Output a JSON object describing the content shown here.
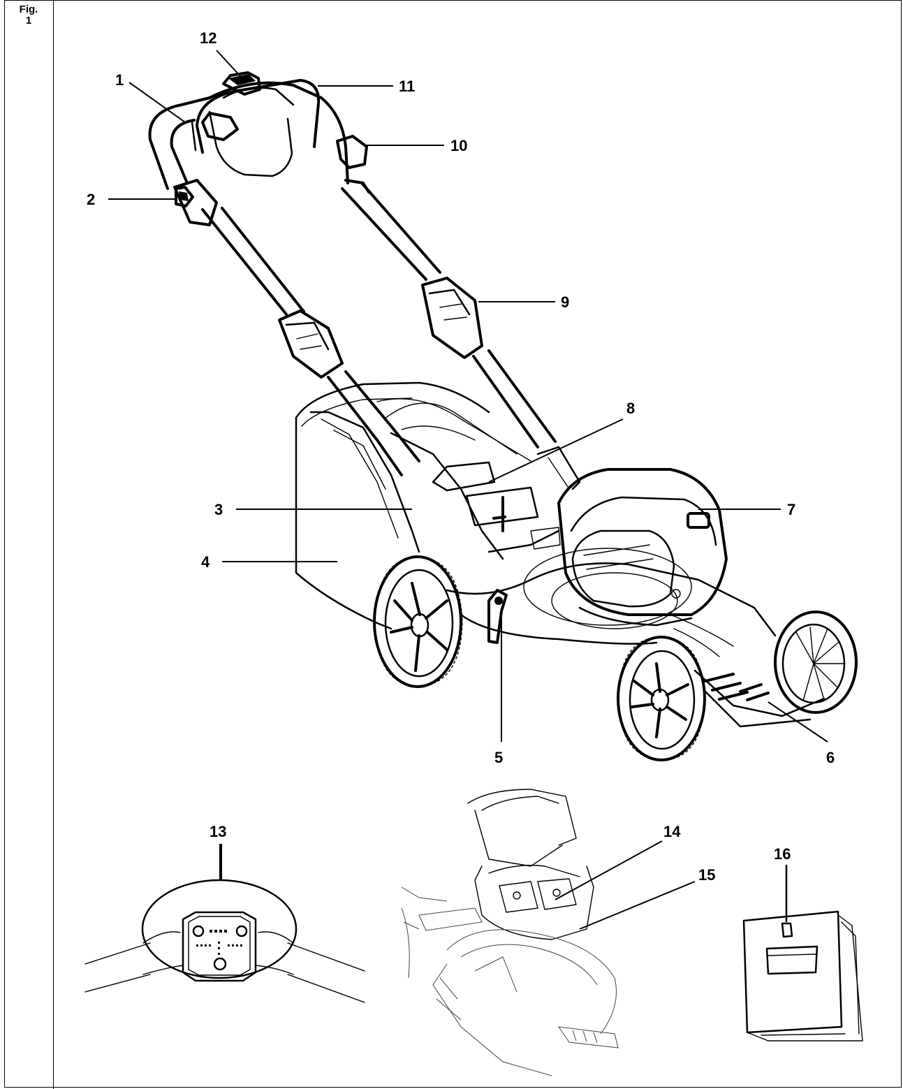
{
  "figure": {
    "label_line1": "Fig.",
    "label_line2": "1"
  },
  "callouts": [
    "1",
    "2",
    "3",
    "4",
    "5",
    "6",
    "7",
    "8",
    "9",
    "10",
    "11",
    "12",
    "13",
    "14",
    "15",
    "16"
  ]
}
